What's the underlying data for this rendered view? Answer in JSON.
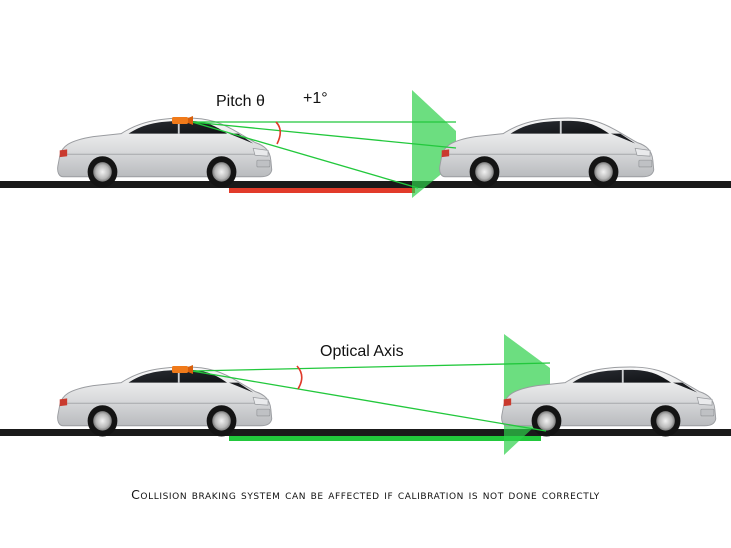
{
  "top_scene": {
    "pitch_label": "Pitch θ",
    "angle_label": "+1°"
  },
  "bottom_scene": {
    "axis_label": "Optical Axis"
  },
  "caption": "Collision braking system can be affected if calibration is not done correctly",
  "colors": {
    "road": "#1a1a1a",
    "beam": "#22c83c",
    "error_bar": "#e23b2a",
    "correct_bar": "#22c83c",
    "camera": "#f07a1a",
    "angle_arc": "#e03a2a",
    "plane": "#2ed04a"
  },
  "icons": [
    "car-icon",
    "camera-icon"
  ]
}
